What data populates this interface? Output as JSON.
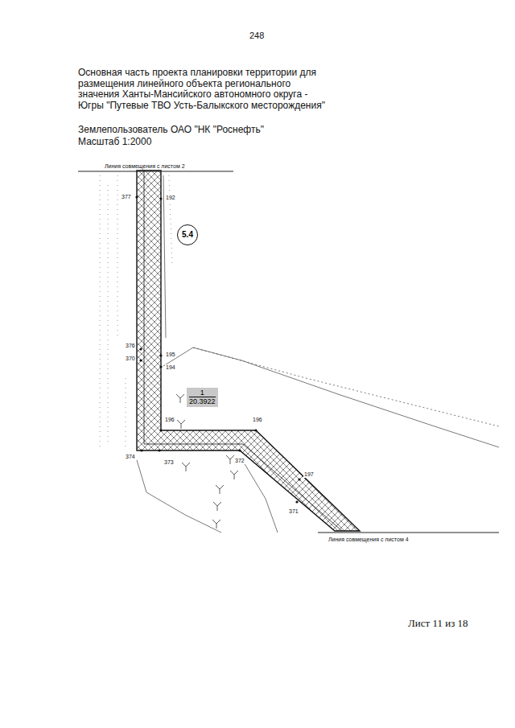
{
  "diagram": {
    "title": "Основная часть проекта планировки территории для размещения линейного объекта регионального значения Ханты-Мансийского автономного округа - Югры \"Путевые ТВО Усть-Балыкского месторождения\"",
    "nodes": [
      {
        "text": [
          "5.4"
        ]
      },
      {
        "text": [
          "1",
          "20.3922"
        ]
      }
    ],
    "labels": [
      "248",
      "Землепользователь ОАО \"НК \"Роснефть\"",
      "Масштаб 1:2000",
      "Линия совмещения с листом 2",
      "377",
      "192",
      "376",
      "370",
      "195",
      "194",
      "196",
      "196",
      "374",
      "373",
      "372",
      "197",
      "371",
      "Линия совмещения с листом 4",
      "Лист 11 из 18"
    ]
  }
}
